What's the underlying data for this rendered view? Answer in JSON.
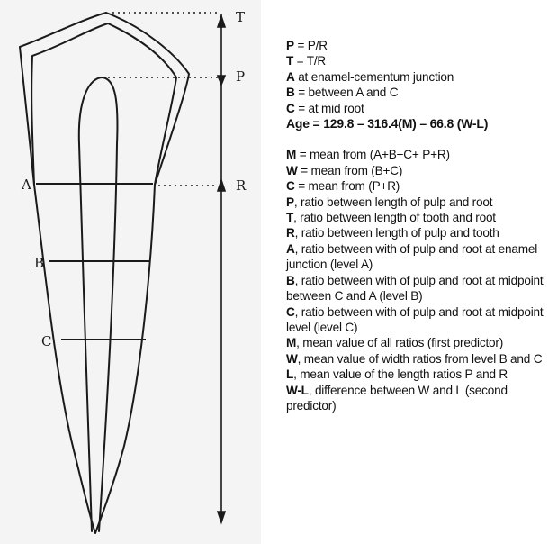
{
  "diagram": {
    "labels": {
      "T": "T",
      "P": "P",
      "A": "A",
      "R": "R",
      "B": "B",
      "C": "C"
    },
    "stroke_color": "#1a1a1a",
    "background": "#f4f4f4"
  },
  "legend": {
    "definitions": [
      {
        "sym": "P",
        "text": " = P/R"
      },
      {
        "sym": "T",
        "text": " = T/R"
      },
      {
        "sym": "A",
        "text": " at enamel-cementum junction"
      },
      {
        "sym": "B",
        "text": " = between A and C"
      },
      {
        "sym": "C",
        "text": " = at mid root"
      }
    ],
    "formula": "Age = 129.8 – 316.4(M) – 66.8 (W-L)",
    "items": [
      {
        "sym": "M",
        "text": " = mean from (A+B+C+ P+R)"
      },
      {
        "sym": "W",
        "text": " = mean from (B+C)"
      },
      {
        "sym": "C",
        "text": " = mean from (P+R)"
      },
      {
        "sym": "P",
        "text": ", ratio between length of pulp and root"
      },
      {
        "sym": "T",
        "text": ", ratio between length of tooth and root"
      },
      {
        "sym": "R",
        "text": ", ratio between length of pulp and tooth"
      },
      {
        "sym": "A",
        "text": ", ratio between with of pulp and root at enamel junction (level A)"
      },
      {
        "sym": "B",
        "text": ", ratio between with of pulp and root at midpoint between C and A (level B)"
      },
      {
        "sym": "C",
        "text": ", ratio between with of pulp and root at midpoint level (level C)"
      },
      {
        "sym": "M",
        "text": ", mean value of all ratios (first predictor)"
      },
      {
        "sym": "W",
        "text": ", mean value of width ratios from level B and C"
      },
      {
        "sym": "L",
        "text": ", mean value of the length ratios P and R"
      },
      {
        "sym": "W-L",
        "text": ", difference between W and L (second predictor)"
      }
    ]
  }
}
